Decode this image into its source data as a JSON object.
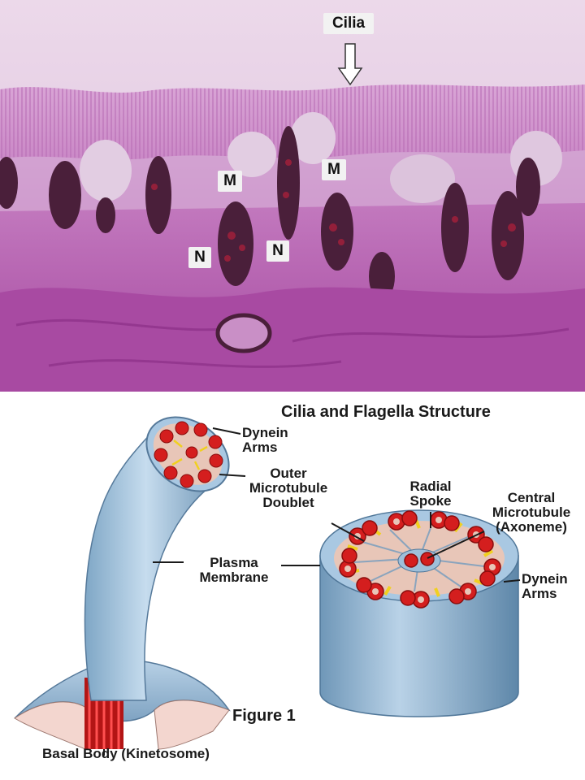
{
  "micrograph": {
    "labels": {
      "cilia": "Cilia",
      "m1": "M",
      "m2": "M",
      "n1": "N",
      "n2": "N"
    },
    "colors": {
      "background": "#e3cbe3",
      "tissue": "#b85bb0",
      "nucleus": "#4a1f3a",
      "granules": "#d0203a"
    }
  },
  "diagram": {
    "title": "Cilia and Flagella Structure",
    "figure_label": "Figure 1",
    "labels": {
      "dynein_arms_top": "Dynein\nArms",
      "outer_doublet": "Outer\nMicrotubule\nDoublet",
      "radial_spoke": "Radial\nSpoke",
      "central_microtubule": "Central\nMicrotubule\n(Axoneme)",
      "dynein_arms_right": "Dynein\nArms",
      "plasma_membrane": "Plasma\nMembrane",
      "basal_body": "Basal Body (Kinetosome)"
    },
    "colors": {
      "membrane": "#a9c8e2",
      "doublet": "#d41e1e",
      "spoke": "#f0d020",
      "interior": "#e8c6b8"
    }
  }
}
